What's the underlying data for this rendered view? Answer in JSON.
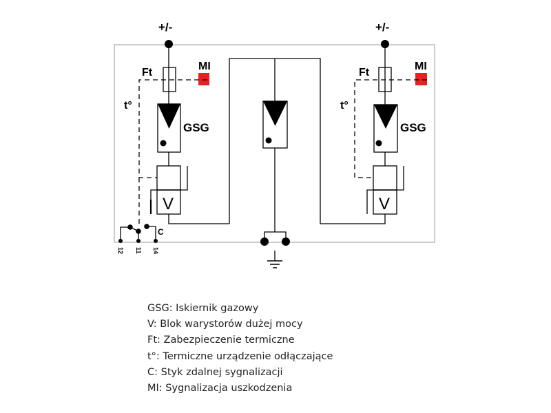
{
  "diagram": {
    "title": "Surge protection device schematic",
    "terminals": {
      "left_supply": "+/-",
      "right_supply": "+/-"
    },
    "labels": {
      "ft": "Ft",
      "mi": "MI",
      "t_deg": "t°",
      "gsg": "GSG",
      "varistor": "V",
      "contact": "C"
    },
    "contact_pins": [
      "12",
      "11",
      "14"
    ],
    "colors": {
      "mi_indicator": "#e52222",
      "line": "#000000",
      "frame": "#999999"
    }
  },
  "legend": {
    "items": [
      "GSG: Iskiernik gazowy",
      "V: Blok warystorów dużej mocy",
      "Ft: Zabezpieczenie termiczne",
      "t°: Termiczne urządzenie odłączające",
      "C: Styk zdalnej sygnalizacji",
      "MI: Sygnalizacja uszkodzenia"
    ]
  }
}
